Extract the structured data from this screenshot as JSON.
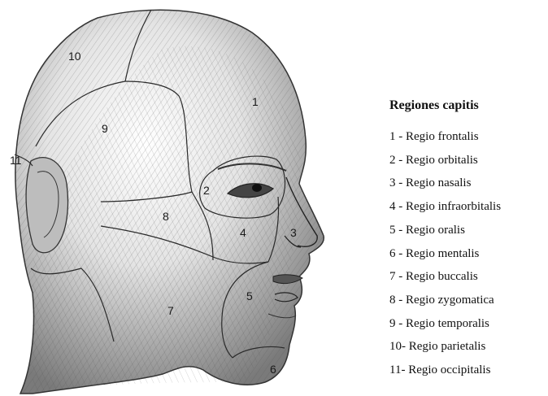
{
  "legend": {
    "title": "Regiones capitis",
    "items": [
      "1 - Regio frontalis",
      "2 - Regio orbitalis",
      "3 - Regio nasalis",
      "4 - Regio infraorbitalis",
      "5 - Regio oralis",
      "6 - Regio mentalis",
      "7 - Regio buccalis",
      "8 - Regio zygomatica",
      "9 - Regio temporalis",
      "10- Regio parietalis",
      "11- Regio occipitalis"
    ]
  },
  "regions": {
    "r1": "1",
    "r2": "2",
    "r3": "3",
    "r4": "4",
    "r5": "5",
    "r6": "6",
    "r7": "7",
    "r8": "8",
    "r9": "9",
    "r10": "10",
    "r11": "11"
  }
}
